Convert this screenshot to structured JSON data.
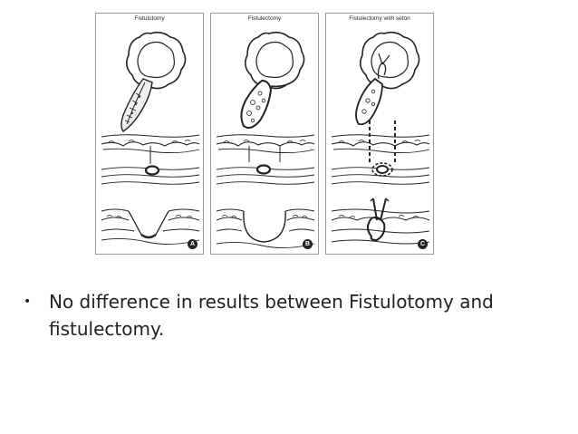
{
  "figure": {
    "panels": [
      {
        "title": "Fistulotomy",
        "letter": "A"
      },
      {
        "title": "Fistulectomy",
        "letter": "B"
      },
      {
        "title": "Fistulectomy with seton",
        "letter": "C"
      }
    ]
  },
  "bullets": [
    {
      "mark": "•",
      "text": "No difference in results between Fistulotomy and fistulectomy."
    }
  ]
}
